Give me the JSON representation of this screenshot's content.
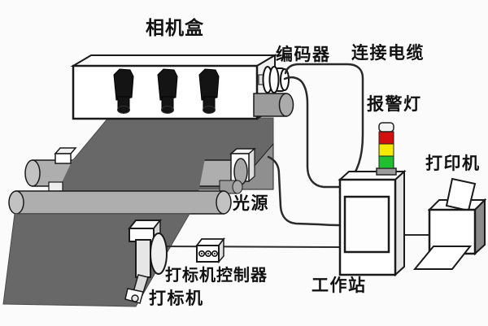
{
  "diagram": {
    "labels": {
      "camera_box": "相机盒",
      "encoder": "编码器",
      "connection_cable": "连接电缆",
      "alarm_light": "报警灯",
      "printer": "打印机",
      "light_source": "光源",
      "marker_controller": "打标机控制器",
      "marker": "打标机",
      "workstation": "工作站"
    }
  },
  "colors": {
    "background": "#fbfbfb",
    "outline": "#1a1a1a",
    "web_dark": "#686868",
    "panel_gray": "#8f8f8f",
    "roller_gray": "#aeaeae",
    "roller_end": "#c2c2c2",
    "camera_black": "#141414",
    "alarm_cap": "#f4f4f4",
    "alarm_red": "#d40f0f",
    "alarm_yellow": "#f4e900",
    "alarm_green": "#1fbf2f",
    "alarm_base": "#9a9a9a"
  }
}
